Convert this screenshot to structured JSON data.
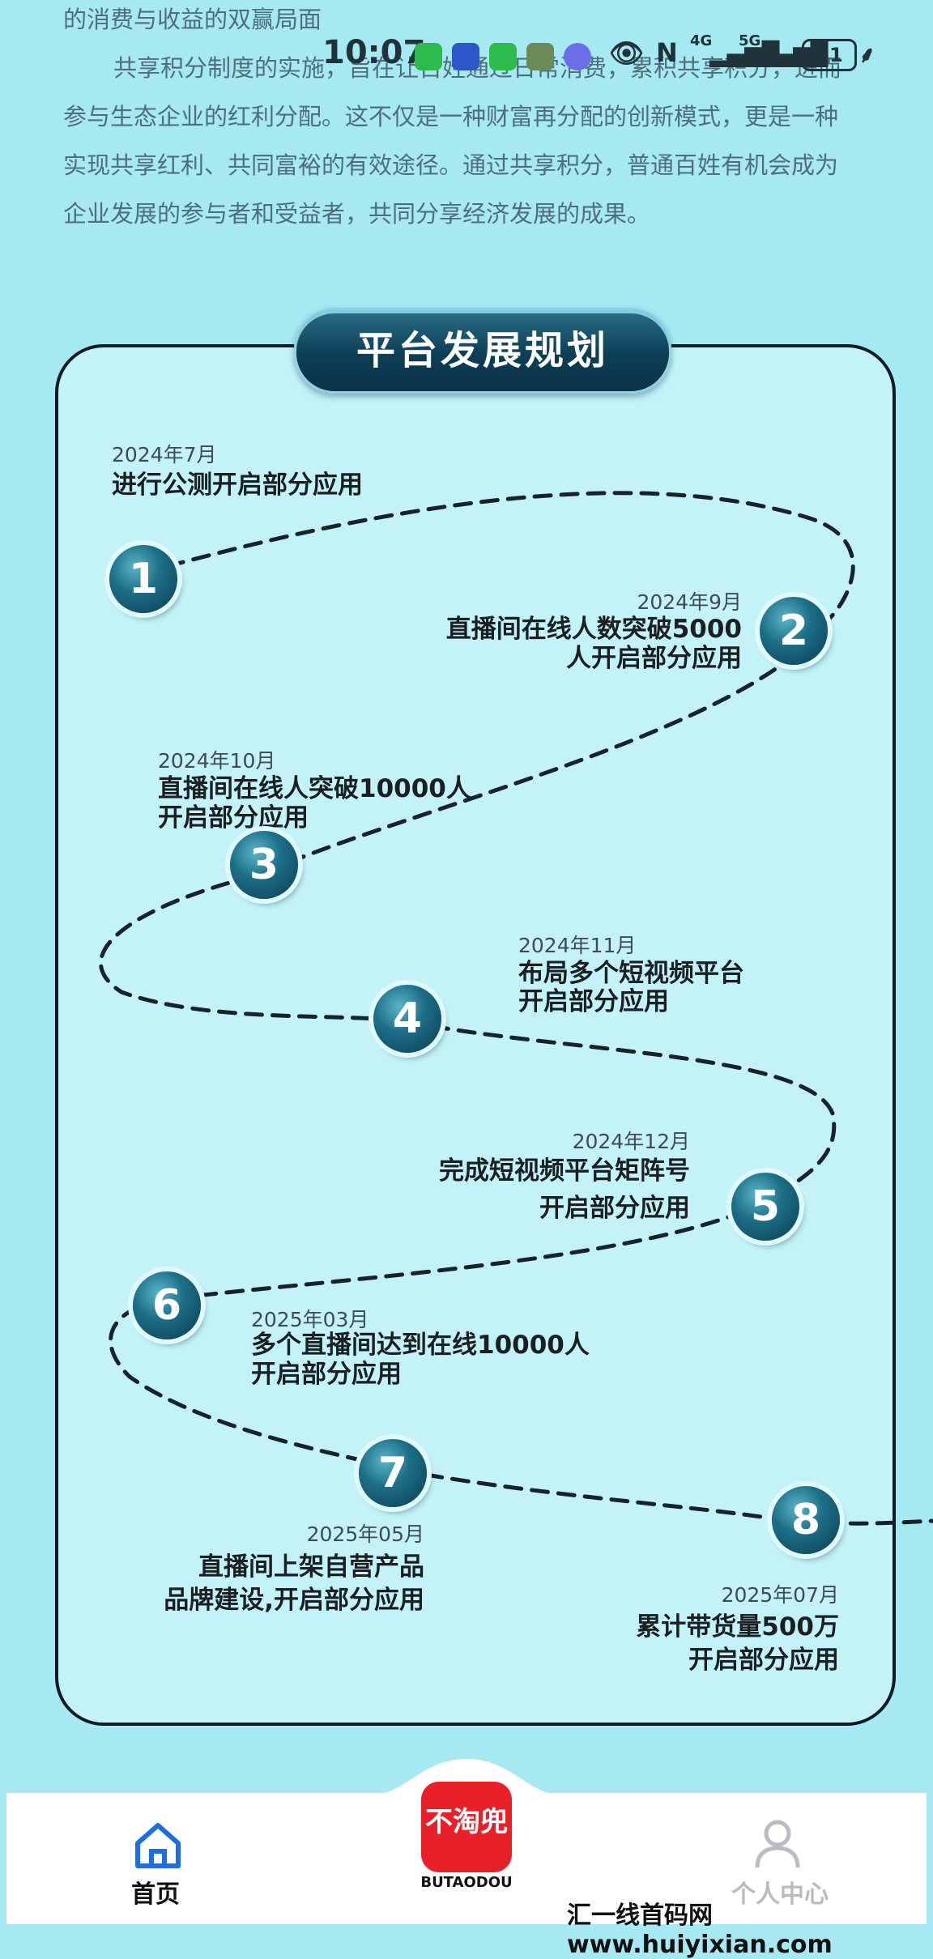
{
  "status_bar": {
    "time": "10:07",
    "signal1": "4G",
    "signal2": "5G",
    "battery": "61"
  },
  "intro": {
    "line0": "的消费与收益的双赢局面",
    "line1": "共享积分制度的实施，旨在让百姓通过日常消费，累积共享积分，进而",
    "line2": "参与生态企业的红利分配。这不仅是一种财富再分配的创新模式，更是一种",
    "line3": "实现共享红利、共同富裕的有效途径。通过共享积分，普通百姓有机会成为",
    "line4": "企业发展的参与者和受益者，共同分享经济发展的成果。"
  },
  "section_title": "平台发展规划",
  "milestones": [
    {
      "num": "1",
      "date": "2024年7月",
      "desc": [
        "进行公测开启部分应用"
      ]
    },
    {
      "num": "2",
      "date": "2024年9月",
      "desc": [
        "直播间在线人数突破5000",
        "人开启部分应用"
      ]
    },
    {
      "num": "3",
      "date": "2024年10月",
      "desc": [
        "直播间在线人突破10000人",
        "开启部分应用"
      ]
    },
    {
      "num": "4",
      "date": "2024年11月",
      "desc": [
        "布局多个短视频平台",
        "开启部分应用"
      ]
    },
    {
      "num": "5",
      "date": "2024年12月",
      "desc": [
        "完成短视频平台矩阵号",
        "开启部分应用"
      ]
    },
    {
      "num": "6",
      "date": "2025年03月",
      "desc": [
        "多个直播间达到在线10000人",
        "开启部分应用"
      ]
    },
    {
      "num": "7",
      "date": "2025年05月",
      "desc": [
        "直播间上架自营产品",
        "品牌建设,开启部分应用"
      ]
    },
    {
      "num": "8",
      "date": "2025年07月",
      "desc": [
        "累计带货量500万",
        "开启部分应用"
      ]
    }
  ],
  "tabbar": {
    "home_label": "首页",
    "logo_text": "不淘兜",
    "logo_sub": "BUTAODOU",
    "profile_label": "个人中心"
  },
  "watermark": "汇一线首码网 www.huiyixian.com",
  "colors": {
    "background": "#a6e9f3",
    "card": "#c3f3f8",
    "node": "#0a3c52",
    "logo": "#e8202a",
    "home_icon": "#1c6fe0"
  }
}
